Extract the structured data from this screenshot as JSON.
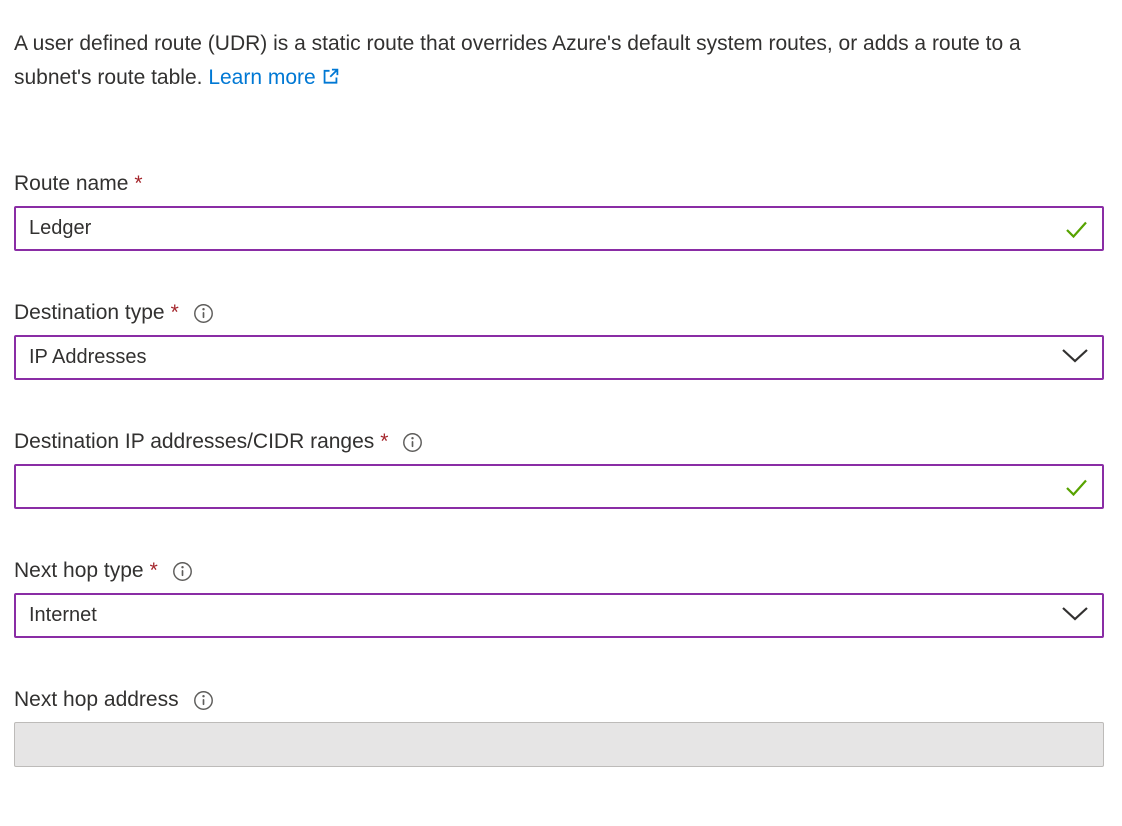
{
  "intro": {
    "text": "A user defined route (UDR) is a static route that overrides Azure's default system routes, or adds a route to a subnet's route table.",
    "learn_more_label": "Learn more"
  },
  "required_marker": "*",
  "fields": {
    "route_name": {
      "label": "Route name",
      "value": "Ledger",
      "required": true,
      "valid": true
    },
    "destination_type": {
      "label": "Destination type",
      "selected": "IP Addresses",
      "required": true
    },
    "destination_ip": {
      "label": "Destination IP addresses/CIDR ranges",
      "value": "",
      "required": true,
      "valid": true
    },
    "next_hop_type": {
      "label": "Next hop type",
      "selected": "Internet",
      "required": true
    },
    "next_hop_address": {
      "label": "Next hop address",
      "value": "",
      "required": false,
      "disabled": true
    }
  },
  "colors": {
    "link": "#0078d4",
    "required_asterisk": "#a4262c",
    "active_input_border": "#8a2da5",
    "valid_check": "#57a300",
    "disabled_background": "#e6e5e5",
    "text": "#323130"
  }
}
